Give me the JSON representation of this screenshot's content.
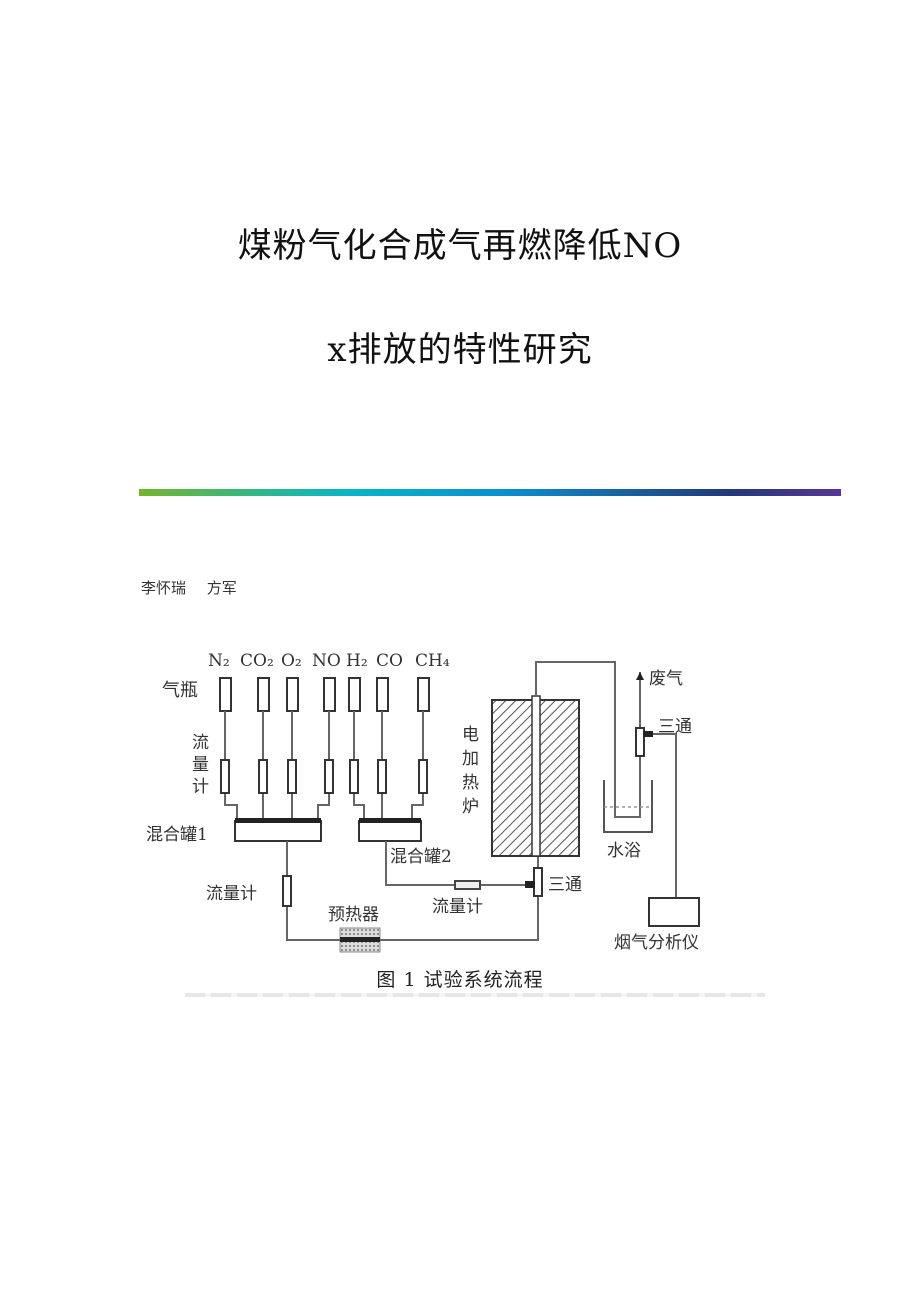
{
  "document": {
    "title_line1": "煤粉气化合成气再燃降低NO",
    "title_line2": "x排放的特性研究",
    "authors": [
      "李怀瑞",
      "方军"
    ],
    "divider_colors": [
      "#74b52b",
      "#06b6c8",
      "#0a8fd0",
      "#20397a",
      "#5a3495"
    ]
  },
  "figure": {
    "caption": "图 1  试验系统流程",
    "gases": [
      "N₂",
      "CO₂",
      "O₂",
      "NO",
      "H₂",
      "CO",
      "CH₄"
    ],
    "labels": {
      "cylinder": "气瓶",
      "flowmeter_vertical": [
        "流",
        "量",
        "计"
      ],
      "mixer1": "混合罐1",
      "mixer2": "混合罐2",
      "flowmeter1": "流量计",
      "flowmeter2": "流量计",
      "preheater": "预热器",
      "furnace": [
        "电",
        "加",
        "热",
        "炉"
      ],
      "tee1": "三通",
      "tee2": "三通",
      "exhaust": "废气",
      "water_bath": "水浴",
      "analyzer": "烟气分析仪"
    }
  }
}
